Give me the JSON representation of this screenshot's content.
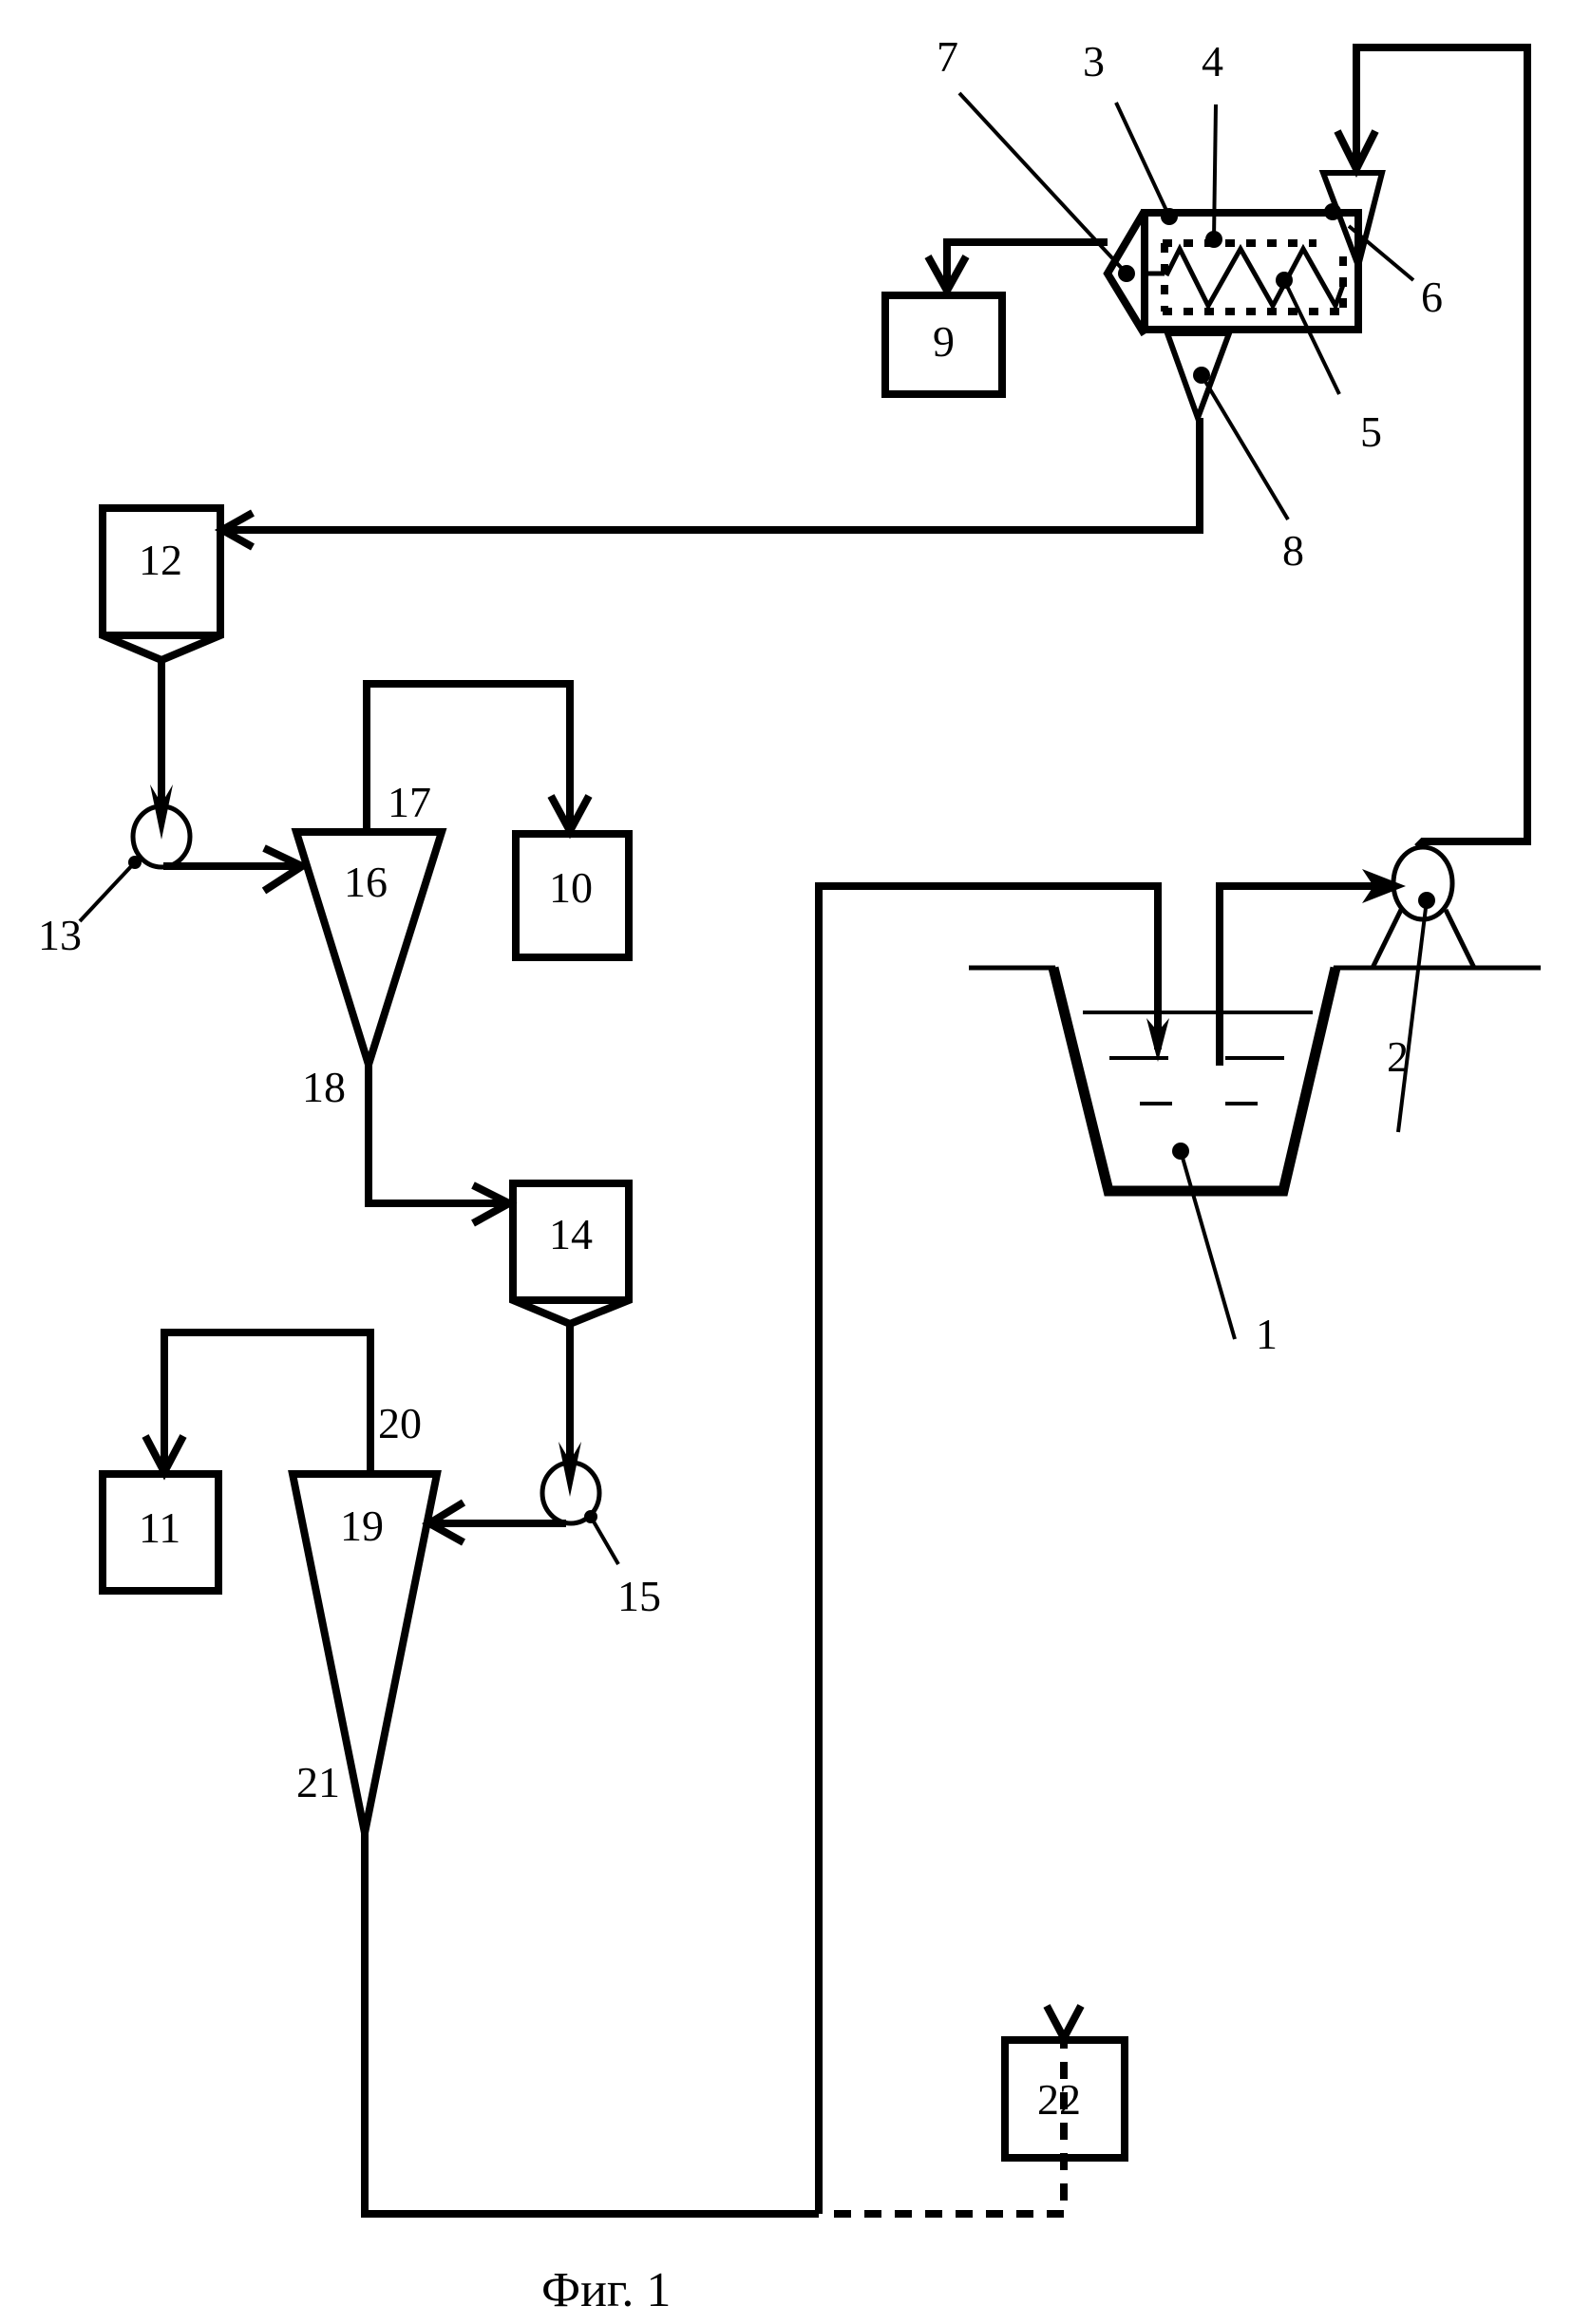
{
  "figure": {
    "caption": "Фиг. 1",
    "colors": {
      "line": "#000000",
      "background": "#ffffff"
    },
    "labels": {
      "n1": "1",
      "n2": "2",
      "n3": "3",
      "n4": "4",
      "n5": "5",
      "n6": "6",
      "n7": "7",
      "n8": "8",
      "n9": "9",
      "n10": "10",
      "n11": "11",
      "n12": "12",
      "n13": "13",
      "n14": "14",
      "n15": "15",
      "n16": "16",
      "n17": "17",
      "n18": "18",
      "n19": "19",
      "n20": "20",
      "n21": "21",
      "n22": "22"
    },
    "components": [
      {
        "id": "1",
        "kind": "tank"
      },
      {
        "id": "2",
        "kind": "pump"
      },
      {
        "id": "3",
        "kind": "screen-separator-housing"
      },
      {
        "id": "4",
        "kind": "perforated-screen"
      },
      {
        "id": "5",
        "kind": "screw"
      },
      {
        "id": "6",
        "kind": "feed-funnel"
      },
      {
        "id": "7",
        "kind": "coarse-outlet"
      },
      {
        "id": "8",
        "kind": "underflow-funnel"
      },
      {
        "id": "9",
        "kind": "collector-box"
      },
      {
        "id": "10",
        "kind": "collector-box"
      },
      {
        "id": "11",
        "kind": "collector-box"
      },
      {
        "id": "12",
        "kind": "hopper"
      },
      {
        "id": "13",
        "kind": "pump"
      },
      {
        "id": "14",
        "kind": "hopper"
      },
      {
        "id": "15",
        "kind": "pump"
      },
      {
        "id": "16",
        "kind": "hydrocyclone"
      },
      {
        "id": "17",
        "kind": "overflow-outlet"
      },
      {
        "id": "18",
        "kind": "underflow-outlet"
      },
      {
        "id": "19",
        "kind": "hydrocyclone"
      },
      {
        "id": "20",
        "kind": "overflow-outlet"
      },
      {
        "id": "21",
        "kind": "underflow-outlet"
      },
      {
        "id": "22",
        "kind": "collector-box"
      }
    ]
  }
}
